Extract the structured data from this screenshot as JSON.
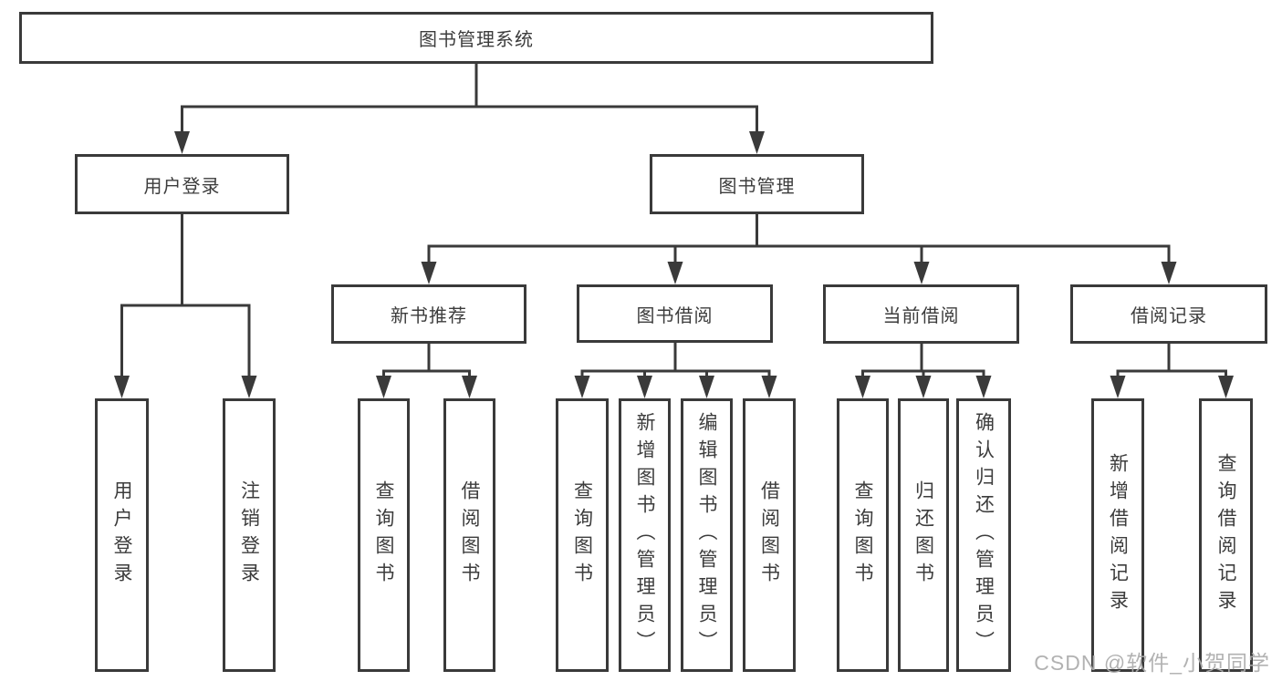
{
  "diagram": {
    "root": {
      "label": "图书管理系统"
    },
    "level2": [
      {
        "label": "用户登录"
      },
      {
        "label": "图书管理"
      }
    ],
    "level3": [
      {
        "label": "新书推荐",
        "parent": "图书管理"
      },
      {
        "label": "图书借阅",
        "parent": "图书管理"
      },
      {
        "label": "当前借阅",
        "parent": "图书管理"
      },
      {
        "label": "借阅记录",
        "parent": "图书管理"
      }
    ],
    "leaves": [
      {
        "label": "用户登录",
        "parent": "用户登录"
      },
      {
        "label": "注销登录",
        "parent": "用户登录"
      },
      {
        "label": "查询图书",
        "parent": "新书推荐"
      },
      {
        "label": "借阅图书",
        "parent": "新书推荐"
      },
      {
        "label": "查询图书",
        "parent": "图书借阅"
      },
      {
        "label": "新增图书（管理员）",
        "parent": "图书借阅"
      },
      {
        "label": "编辑图书（管理员）",
        "parent": "图书借阅"
      },
      {
        "label": "借阅图书",
        "parent": "图书借阅"
      },
      {
        "label": "查询图书",
        "parent": "当前借阅"
      },
      {
        "label": "归还图书",
        "parent": "当前借阅"
      },
      {
        "label": "确认归还（管理员）",
        "parent": "当前借阅"
      },
      {
        "label": "新增借阅记录",
        "parent": "借阅记录"
      },
      {
        "label": "查询借阅记录",
        "parent": "借阅记录"
      }
    ],
    "colors": {
      "line": "#3a3a3a",
      "text": "#3c3c3c",
      "box_fill": "#ffffff",
      "watermark": "#ababab"
    }
  },
  "watermark": "CSDN @软件_小贺同学"
}
